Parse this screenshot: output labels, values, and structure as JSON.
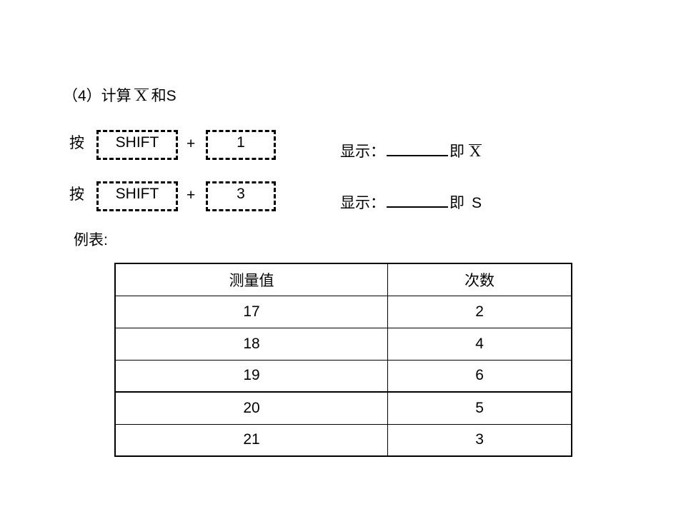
{
  "heading": {
    "prefix": "（4）计算",
    "xbar": "X",
    "suffix": "和S"
  },
  "steps": [
    {
      "press": "按",
      "key1": "SHIFT",
      "plus": "+",
      "key2": "1",
      "display_label": "显示：",
      "means": "即",
      "result": "X",
      "result_overlined": true
    },
    {
      "press": "按",
      "key1": "SHIFT",
      "plus": "+",
      "key2": "3",
      "display_label": "显示：",
      "means": "即",
      "result": "S",
      "result_overlined": false
    }
  ],
  "example_label": "例表:",
  "table": {
    "headers": [
      "测量值",
      "次数"
    ],
    "rows": [
      [
        "17",
        "2"
      ],
      [
        "18",
        "4"
      ],
      [
        "19",
        "6"
      ],
      [
        "20",
        "5"
      ],
      [
        "21",
        "3"
      ]
    ]
  }
}
